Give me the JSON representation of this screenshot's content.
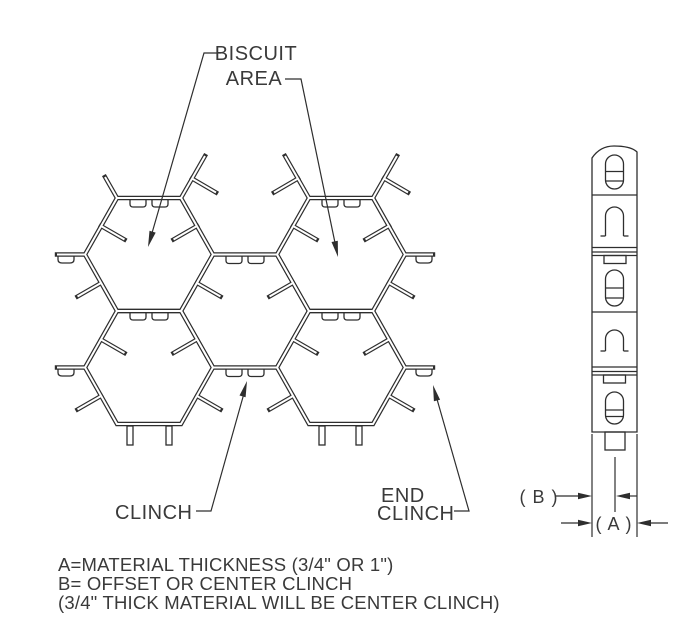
{
  "labels": {
    "biscuit_area_line1": "BISCUIT",
    "biscuit_area_line2": "AREA",
    "clinch": "CLINCH",
    "end_clinch_line1": "END",
    "end_clinch_line2": "CLINCH"
  },
  "dimensions": {
    "b": "( B )",
    "a": "( A )"
  },
  "notes": {
    "line1": "A=MATERIAL THICKNESS (3/4\" OR 1\")",
    "line2": "B= OFFSET OR CENTER CLINCH",
    "line3": "(3/4\" THICK MATERIAL WILL BE CENTER CLINCH)"
  },
  "colors": {
    "line": "#2e2e2e",
    "text": "#3a3a3a",
    "background": "#ffffff"
  }
}
